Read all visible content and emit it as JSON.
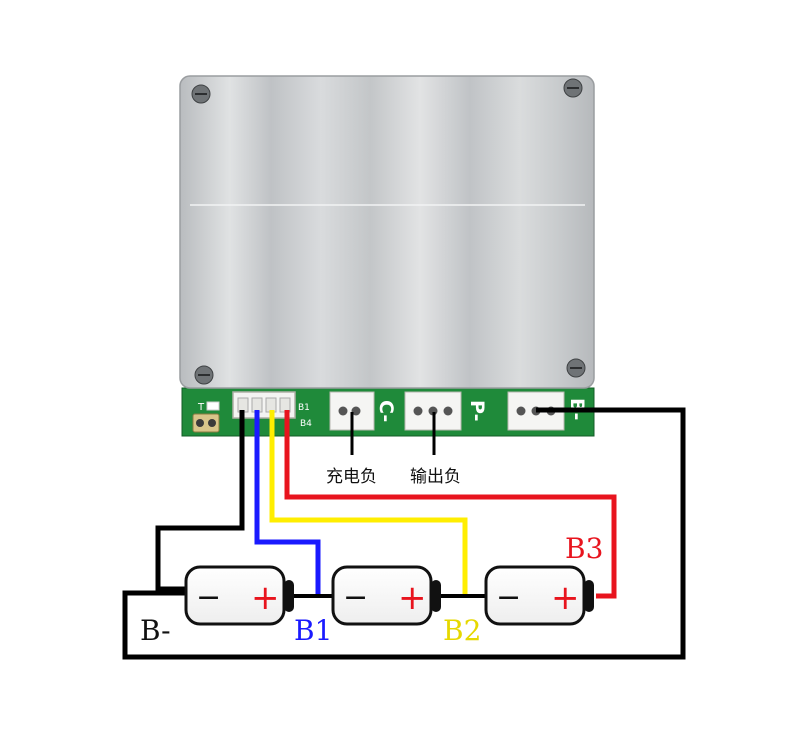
{
  "board": {
    "pad_labels": [
      "C-",
      "P-",
      "B-"
    ],
    "silk_small": [
      "T",
      "B1",
      "B4"
    ]
  },
  "callouts": {
    "charge_negative": "充电负",
    "output_negative": "输出负"
  },
  "wire_labels": {
    "b_minus": "B-",
    "b1": "B1",
    "b2": "B2",
    "b3": "B3"
  },
  "cells": [
    {
      "minus": "−",
      "plus": "+"
    },
    {
      "minus": "−",
      "plus": "+"
    },
    {
      "minus": "−",
      "plus": "+"
    }
  ],
  "colors": {
    "wire_black": "#000000",
    "wire_blue": "#1a1aff",
    "wire_yellow": "#ffee00",
    "wire_red": "#e8141e",
    "pcb_green": "#1f8a3a",
    "heatsink": "#c9cbcd",
    "label_b1": "#1a1aff",
    "label_b2": "#e6d800",
    "label_b3": "#e8141e"
  }
}
